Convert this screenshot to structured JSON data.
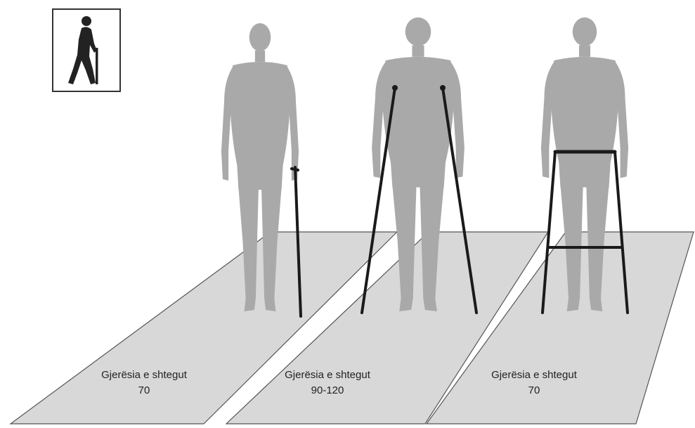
{
  "lanes": [
    {
      "label": "Gjerësia e shtegut",
      "value": "70",
      "aid": "cane"
    },
    {
      "label": "Gjerësia e shtegut",
      "value": "90-120",
      "aid": "crutches"
    },
    {
      "label": "Gjerësia e shtegut",
      "value": "70",
      "aid": "walker"
    }
  ],
  "icon": {
    "name": "elderly-walker-with-cane-icon"
  },
  "colors": {
    "lane": "#d8d8d8",
    "person": "#a9a9a9",
    "aid": "#1a1a1a"
  }
}
